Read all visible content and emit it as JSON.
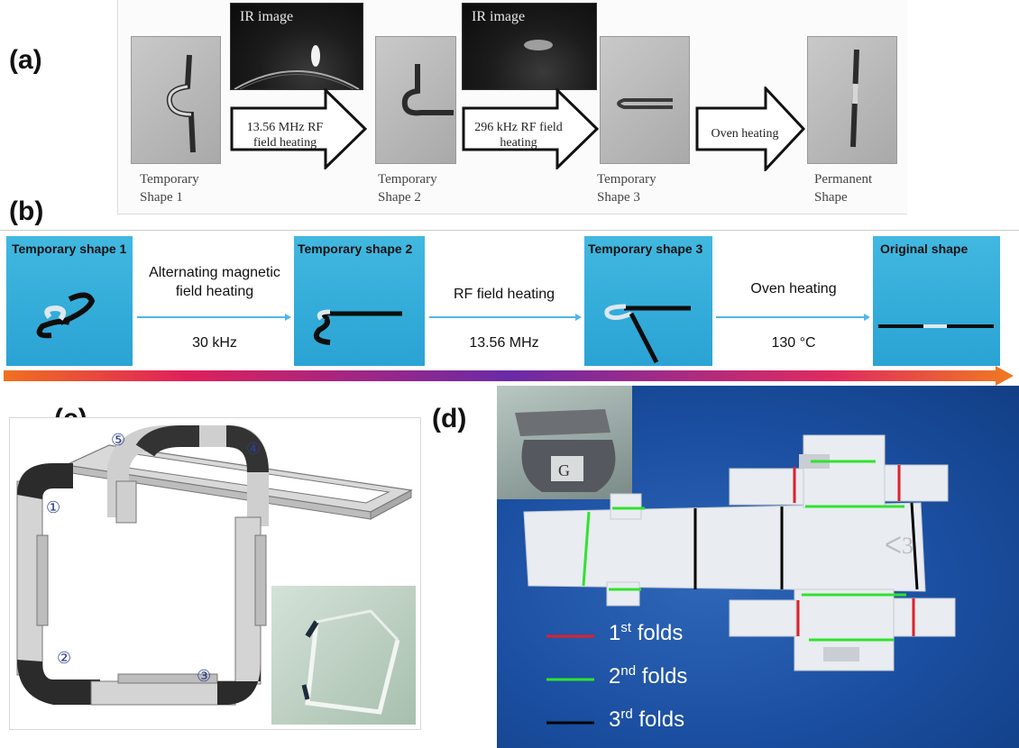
{
  "labels": {
    "a": "(a)",
    "b": "(b)",
    "c": "(c)",
    "d": "(d)"
  },
  "panel_a": {
    "ir_label": "IR image",
    "captions": [
      [
        "Temporary",
        "Shape 1"
      ],
      [
        "Temporary",
        "Shape 2"
      ],
      [
        "Temporary",
        "Shape 3"
      ],
      [
        "Permanent",
        "Shape"
      ]
    ],
    "arrows": [
      [
        "13.56 MHz RF",
        "field heating"
      ],
      [
        "296 kHz RF  field",
        "heating"
      ],
      [
        "Oven heating"
      ]
    ]
  },
  "panel_b": {
    "shapes": [
      "Temporary shape 1",
      "Temporary shape 2",
      "Temporary shape 3",
      "Original shape"
    ],
    "steps": [
      {
        "method": [
          "Alternating magnetic",
          "field heating"
        ],
        "value": "30 kHz"
      },
      {
        "method": [
          "RF field heating"
        ],
        "value": "13.56 MHz"
      },
      {
        "method": [
          "Oven heating"
        ],
        "value": "130 °C"
      }
    ]
  },
  "panel_c": {
    "numbers": [
      "①",
      "②",
      "③",
      "④",
      "⑤"
    ]
  },
  "panel_d": {
    "legend": [
      {
        "base": "1",
        "sup": "st",
        "text": " folds",
        "color": "#e0202a"
      },
      {
        "base": "2",
        "sup": "nd",
        "text": " folds",
        "color": "#2fe32f"
      },
      {
        "base": "3",
        "sup": "rd",
        "text": " folds",
        "color": "#000000"
      }
    ]
  },
  "colors": {
    "sky_blue": "#33add9",
    "arrow_blue": "#4fb6e8",
    "fold_red": "#e0202a",
    "fold_green": "#2fe32f",
    "fold_black": "#000000"
  }
}
